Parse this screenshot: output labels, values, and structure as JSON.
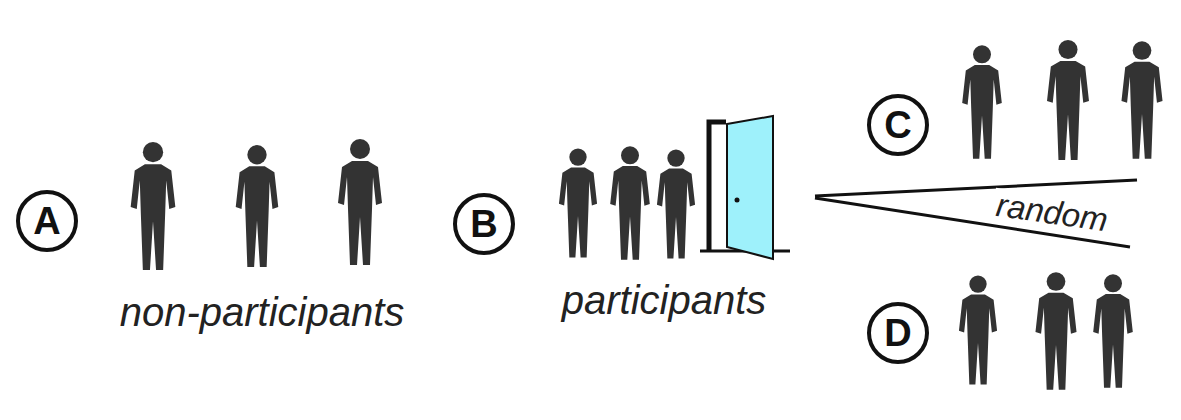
{
  "diagram": {
    "nodes": [
      {
        "text": [
          "A"
        ]
      },
      {
        "text": [
          "B"
        ]
      },
      {
        "text": [
          "C"
        ]
      },
      {
        "text": [
          "D"
        ]
      }
    ],
    "labels": [
      "non-participants",
      "participants",
      "random"
    ]
  }
}
